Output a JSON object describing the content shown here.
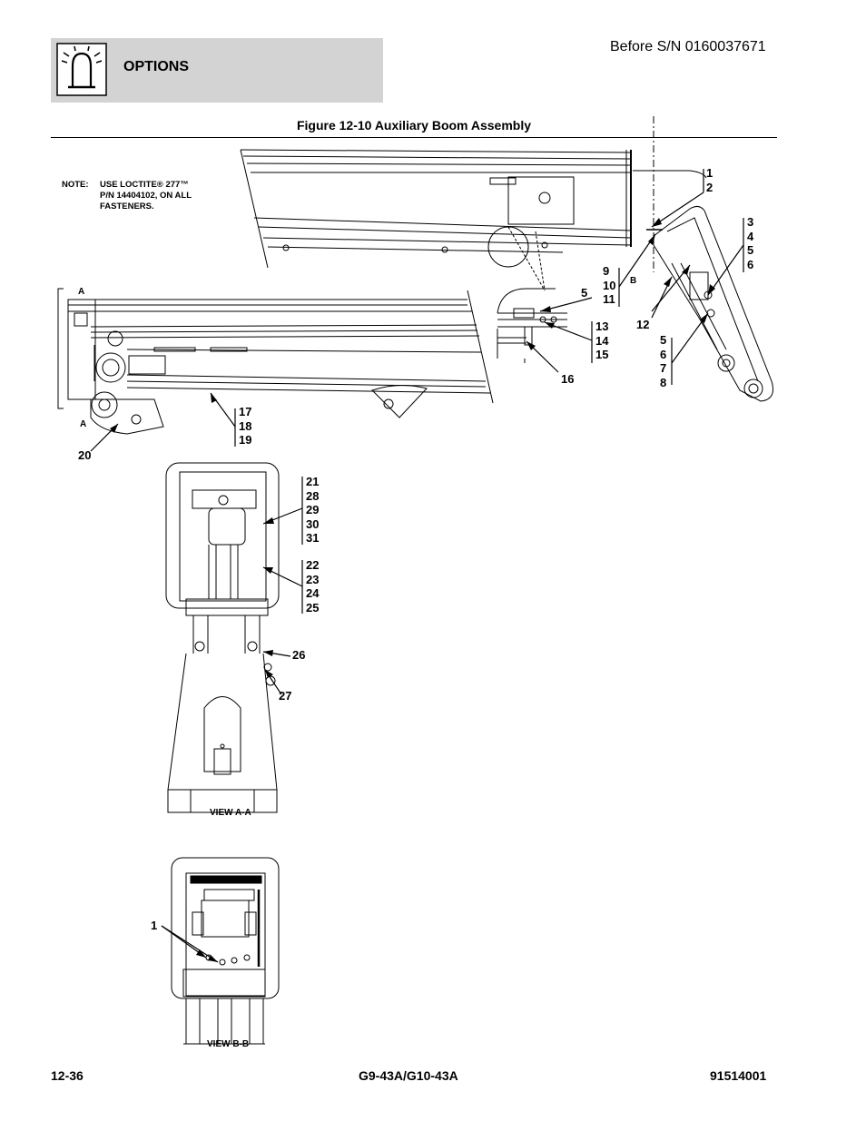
{
  "header": {
    "section_title": "OPTIONS",
    "serial_note": "Before S/N 0160037671",
    "icon": "beacon-light-icon"
  },
  "figure": {
    "title": "Figure 12-10 Auxiliary Boom Assembly"
  },
  "note": {
    "label": "NOTE:",
    "line1": "USE LOCTITE® 277™",
    "line2": "P/N 14404102, ON ALL",
    "line3": "FASTENERS."
  },
  "callouts": {
    "c_1_2": "1\n2",
    "c_3_6": "3\n4\n5\n6",
    "c_9_11": "9\n10\n11",
    "c_5a": "5",
    "c_12": "12",
    "c_5_8": "5\n6\n7\n8",
    "c_13_15": "13\n14\n15",
    "c_16": "16",
    "c_17_19": "17\n18\n19",
    "c_20": "20",
    "c_21_31": "21\n28\n29\n30\n31",
    "c_22_25": "22\n23\n24\n25",
    "c_26": "26",
    "c_27": "27",
    "c_1b": "1"
  },
  "section_marks": {
    "a_top": "A",
    "a_bottom": "A",
    "b": "B"
  },
  "views": {
    "view_aa": "VIEW A-A",
    "view_bb": "VIEW B-B"
  },
  "footer": {
    "page_number": "12-36",
    "model": "G9-43A/G10-43A",
    "doc_number": "91514001"
  }
}
